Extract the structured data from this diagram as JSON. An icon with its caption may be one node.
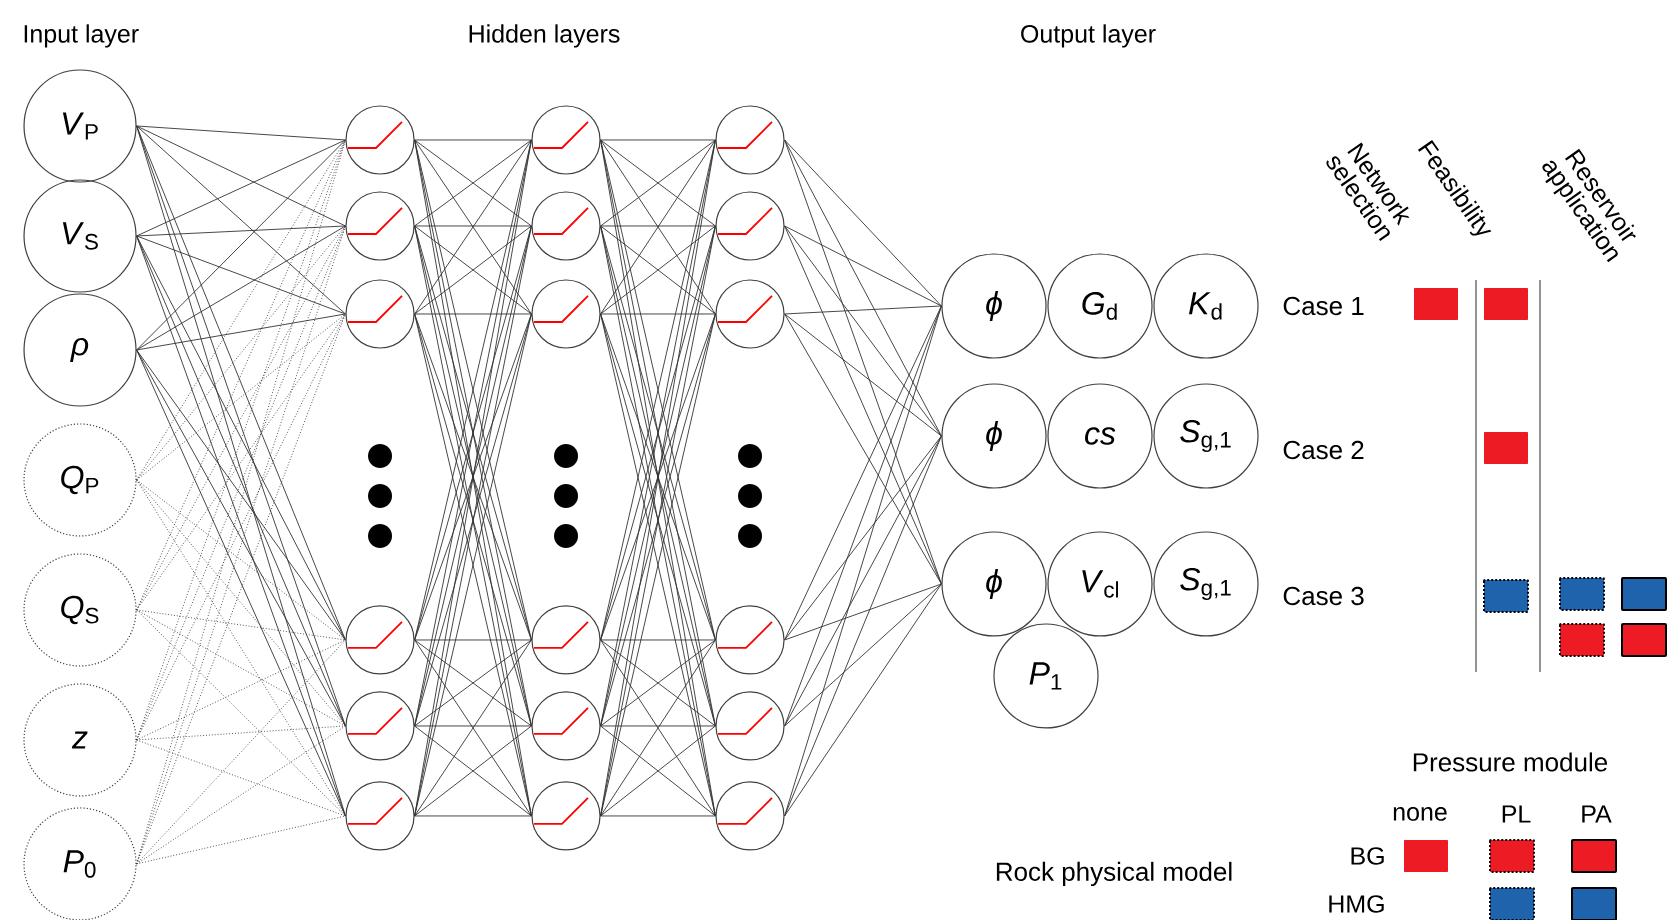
{
  "diagram": {
    "nodes": [
      {
        "text": [
          "*V*$_{P}$"
        ]
      },
      {
        "text": [
          "*V*$_{S}$"
        ]
      },
      {
        "text": [
          "ρ"
        ]
      },
      {
        "text": [
          "*Q*$_{P}$"
        ]
      },
      {
        "text": [
          "*Q*$_{S}$"
        ]
      },
      {
        "text": [
          "z"
        ]
      },
      {
        "text": [
          "*P*$_{0}$"
        ]
      },
      {
        "text": [],
        "shape": "circle"
      },
      {
        "text": [],
        "shape": "circle"
      },
      {
        "text": [],
        "shape": "circle"
      },
      {
        "text": [],
        "shape": "circle"
      },
      {
        "text": [],
        "shape": "circle"
      },
      {
        "text": [],
        "shape": "circle"
      },
      {
        "text": [],
        "shape": "circle"
      },
      {
        "text": [],
        "shape": "circle"
      },
      {
        "text": [],
        "shape": "circle"
      },
      {
        "text": [],
        "shape": "circle"
      },
      {
        "text": [],
        "shape": "circle"
      },
      {
        "text": [],
        "shape": "circle"
      },
      {
        "text": [],
        "shape": "circle"
      },
      {
        "text": [],
        "shape": "circle"
      },
      {
        "text": [],
        "shape": "circle"
      },
      {
        "text": [],
        "shape": "circle"
      },
      {
        "text": [],
        "shape": "circle"
      },
      {
        "text": [],
        "shape": "circle"
      },
      {
        "text": [
          "ϕ"
        ]
      },
      {
        "text": [
          "*G*$_{d}$"
        ]
      },
      {
        "text": [
          "*K*$_{d}$"
        ]
      },
      {
        "text": [
          "ϕ"
        ]
      },
      {
        "text": [
          "cs"
        ]
      },
      {
        "text": [
          "*S*$_{g,1}$"
        ]
      },
      {
        "text": [
          "ϕ"
        ]
      },
      {
        "text": [
          "*V*$_{cl}$"
        ]
      },
      {
        "text": [
          "*S*$_{g,1}$"
        ]
      },
      {
        "text": [
          "*P*$_{1}$"
        ]
      }
    ],
    "edges": [
      {
        "from": 0,
        "to": 7,
        "arrow": "none"
      },
      {
        "from": 0,
        "to": 8,
        "arrow": "none"
      },
      {
        "from": 0,
        "to": 9,
        "arrow": "none"
      },
      {
        "from": 0,
        "to": 10,
        "arrow": "none"
      },
      {
        "from": 0,
        "to": 11,
        "arrow": "none"
      },
      {
        "from": 0,
        "to": 12,
        "arrow": "none"
      },
      {
        "from": 1,
        "to": 7,
        "arrow": "none"
      },
      {
        "from": 1,
        "to": 8,
        "arrow": "none"
      },
      {
        "from": 1,
        "to": 9,
        "arrow": "none"
      },
      {
        "from": 1,
        "to": 10,
        "arrow": "none"
      },
      {
        "from": 1,
        "to": 11,
        "arrow": "none"
      },
      {
        "from": 1,
        "to": 12,
        "arrow": "none"
      },
      {
        "from": 2,
        "to": 7,
        "arrow": "none"
      },
      {
        "from": 2,
        "to": 8,
        "arrow": "none"
      },
      {
        "from": 2,
        "to": 9,
        "arrow": "none"
      },
      {
        "from": 2,
        "to": 10,
        "arrow": "none"
      },
      {
        "from": 2,
        "to": 11,
        "arrow": "none"
      },
      {
        "from": 2,
        "to": 12,
        "arrow": "none"
      },
      {
        "from": 3,
        "to": 7,
        "arrow": "none",
        "style": "dashed"
      },
      {
        "from": 3,
        "to": 8,
        "arrow": "none",
        "style": "dashed"
      },
      {
        "from": 3,
        "to": 9,
        "arrow": "none",
        "style": "dashed"
      },
      {
        "from": 3,
        "to": 10,
        "arrow": "none",
        "style": "dashed"
      },
      {
        "from": 3,
        "to": 11,
        "arrow": "none",
        "style": "dashed"
      },
      {
        "from": 3,
        "to": 12,
        "arrow": "none",
        "style": "dashed"
      },
      {
        "from": 4,
        "to": 7,
        "arrow": "none",
        "style": "dashed"
      },
      {
        "from": 4,
        "to": 8,
        "arrow": "none",
        "style": "dashed"
      },
      {
        "from": 4,
        "to": 9,
        "arrow": "none",
        "style": "dashed"
      },
      {
        "from": 4,
        "to": 10,
        "arrow": "none",
        "style": "dashed"
      },
      {
        "from": 4,
        "to": 11,
        "arrow": "none",
        "style": "dashed"
      },
      {
        "from": 4,
        "to": 12,
        "arrow": "none",
        "style": "dashed"
      },
      {
        "from": 5,
        "to": 7,
        "arrow": "none",
        "style": "dashed"
      },
      {
        "from": 5,
        "to": 8,
        "arrow": "none",
        "style": "dashed"
      },
      {
        "from": 5,
        "to": 9,
        "arrow": "none",
        "style": "dashed"
      },
      {
        "from": 5,
        "to": 10,
        "arrow": "none",
        "style": "dashed"
      },
      {
        "from": 5,
        "to": 11,
        "arrow": "none",
        "style": "dashed"
      },
      {
        "from": 5,
        "to": 12,
        "arrow": "none",
        "style": "dashed"
      },
      {
        "from": 6,
        "to": 7,
        "arrow": "none",
        "style": "dashed"
      },
      {
        "from": 6,
        "to": 8,
        "arrow": "none",
        "style": "dashed"
      },
      {
        "from": 6,
        "to": 9,
        "arrow": "none",
        "style": "dashed"
      },
      {
        "from": 6,
        "to": 10,
        "arrow": "none",
        "style": "dashed"
      },
      {
        "from": 6,
        "to": 11,
        "arrow": "none",
        "style": "dashed"
      },
      {
        "from": 6,
        "to": 12,
        "arrow": "none",
        "style": "dashed"
      },
      {
        "from": 7,
        "to": 13,
        "arrow": "none"
      },
      {
        "from": 7,
        "to": 14,
        "arrow": "none"
      },
      {
        "from": 7,
        "to": 15,
        "arrow": "none"
      },
      {
        "from": 7,
        "to": 16,
        "arrow": "none"
      },
      {
        "from": 7,
        "to": 17,
        "arrow": "none"
      },
      {
        "from": 7,
        "to": 18,
        "arrow": "none"
      },
      {
        "from": 8,
        "to": 13,
        "arrow": "none"
      },
      {
        "from": 8,
        "to": 14,
        "arrow": "none"
      },
      {
        "from": 8,
        "to": 15,
        "arrow": "none"
      },
      {
        "from": 8,
        "to": 16,
        "arrow": "none"
      },
      {
        "from": 8,
        "to": 17,
        "arrow": "none"
      },
      {
        "from": 8,
        "to": 18,
        "arrow": "none"
      },
      {
        "from": 9,
        "to": 13,
        "arrow": "none"
      },
      {
        "from": 9,
        "to": 14,
        "arrow": "none"
      },
      {
        "from": 9,
        "to": 15,
        "arrow": "none"
      },
      {
        "from": 9,
        "to": 16,
        "arrow": "none"
      },
      {
        "from": 9,
        "to": 17,
        "arrow": "none"
      },
      {
        "from": 9,
        "to": 18,
        "arrow": "none"
      },
      {
        "from": 10,
        "to": 13,
        "arrow": "none"
      },
      {
        "from": 10,
        "to": 14,
        "arrow": "none"
      },
      {
        "from": 10,
        "to": 15,
        "arrow": "none"
      },
      {
        "from": 10,
        "to": 16,
        "arrow": "none"
      },
      {
        "from": 10,
        "to": 17,
        "arrow": "none"
      },
      {
        "from": 10,
        "to": 18,
        "arrow": "none"
      },
      {
        "from": 11,
        "to": 13,
        "arrow": "none"
      },
      {
        "from": 11,
        "to": 14,
        "arrow": "none"
      },
      {
        "from": 11,
        "to": 15,
        "arrow": "none"
      },
      {
        "from": 11,
        "to": 16,
        "arrow": "none"
      },
      {
        "from": 11,
        "to": 17,
        "arrow": "none"
      },
      {
        "from": 11,
        "to": 18,
        "arrow": "none"
      },
      {
        "from": 12,
        "to": 13,
        "arrow": "none"
      },
      {
        "from": 12,
        "to": 14,
        "arrow": "none"
      },
      {
        "from": 12,
        "to": 15,
        "arrow": "none"
      },
      {
        "from": 12,
        "to": 16,
        "arrow": "none"
      },
      {
        "from": 12,
        "to": 17,
        "arrow": "none"
      },
      {
        "from": 12,
        "to": 18,
        "arrow": "none"
      },
      {
        "from": 13,
        "to": 19,
        "arrow": "none"
      },
      {
        "from": 13,
        "to": 20,
        "arrow": "none"
      },
      {
        "from": 13,
        "to": 21,
        "arrow": "none"
      },
      {
        "from": 13,
        "to": 22,
        "arrow": "none"
      },
      {
        "from": 13,
        "to": 23,
        "arrow": "none"
      },
      {
        "from": 13,
        "to": 24,
        "arrow": "none"
      },
      {
        "from": 14,
        "to": 19,
        "arrow": "none"
      },
      {
        "from": 14,
        "to": 20,
        "arrow": "none"
      },
      {
        "from": 14,
        "to": 21,
        "arrow": "none"
      },
      {
        "from": 14,
        "to": 22,
        "arrow": "none"
      },
      {
        "from": 14,
        "to": 23,
        "arrow": "none"
      },
      {
        "from": 14,
        "to": 24,
        "arrow": "none"
      },
      {
        "from": 15,
        "to": 19,
        "arrow": "none"
      },
      {
        "from": 15,
        "to": 20,
        "arrow": "none"
      },
      {
        "from": 15,
        "to": 21,
        "arrow": "none"
      },
      {
        "from": 15,
        "to": 22,
        "arrow": "none"
      },
      {
        "from": 15,
        "to": 23,
        "arrow": "none"
      },
      {
        "from": 15,
        "to": 24,
        "arrow": "none"
      },
      {
        "from": 16,
        "to": 19,
        "arrow": "none"
      },
      {
        "from": 16,
        "to": 20,
        "arrow": "none"
      },
      {
        "from": 16,
        "to": 21,
        "arrow": "none"
      },
      {
        "from": 16,
        "to": 22,
        "arrow": "none"
      },
      {
        "from": 16,
        "to": 23,
        "arrow": "none"
      },
      {
        "from": 16,
        "to": 24,
        "arrow": "none"
      },
      {
        "from": 17,
        "to": 19,
        "arrow": "none"
      },
      {
        "from": 17,
        "to": 20,
        "arrow": "none"
      },
      {
        "from": 17,
        "to": 21,
        "arrow": "none"
      },
      {
        "from": 17,
        "to": 22,
        "arrow": "none"
      },
      {
        "from": 17,
        "to": 23,
        "arrow": "none"
      },
      {
        "from": 17,
        "to": 24,
        "arrow": "none"
      },
      {
        "from": 18,
        "to": 19,
        "arrow": "none"
      },
      {
        "from": 18,
        "to": 20,
        "arrow": "none"
      },
      {
        "from": 18,
        "to": 21,
        "arrow": "none"
      },
      {
        "from": 18,
        "to": 22,
        "arrow": "none"
      },
      {
        "from": 18,
        "to": 23,
        "arrow": "none"
      },
      {
        "from": 18,
        "to": 24,
        "arrow": "none"
      },
      {
        "from": 19,
        "to": 25,
        "arrow": "none"
      },
      {
        "from": 19,
        "to": 28,
        "arrow": "none"
      },
      {
        "from": 19,
        "to": 31,
        "arrow": "none"
      },
      {
        "from": 20,
        "to": 25,
        "arrow": "none"
      },
      {
        "from": 20,
        "to": 28,
        "arrow": "none"
      },
      {
        "from": 20,
        "to": 31,
        "arrow": "none"
      },
      {
        "from": 21,
        "to": 25,
        "arrow": "none"
      },
      {
        "from": 21,
        "to": 28,
        "arrow": "none"
      },
      {
        "from": 21,
        "to": 31,
        "arrow": "none"
      },
      {
        "from": 22,
        "to": 25,
        "arrow": "none"
      },
      {
        "from": 22,
        "to": 28,
        "arrow": "none"
      },
      {
        "from": 22,
        "to": 31,
        "arrow": "none"
      },
      {
        "from": 23,
        "to": 25,
        "arrow": "none"
      },
      {
        "from": 23,
        "to": 28,
        "arrow": "none"
      },
      {
        "from": 23,
        "to": 31,
        "arrow": "none"
      },
      {
        "from": 24,
        "to": 25,
        "arrow": "none"
      },
      {
        "from": 24,
        "to": 28,
        "arrow": "none"
      },
      {
        "from": 24,
        "to": 31,
        "arrow": "none"
      }
    ],
    "labels": [
      "Input layer",
      "Hidden layers",
      "Output layer",
      "Network selection",
      "Feasibility",
      "Reservoir application",
      "Case 1",
      "Case 2",
      "Case 3",
      "Pressure module",
      "Rock physical model"
    ],
    "legend": [
      {
        "text": "none"
      },
      {
        "text": "PL"
      },
      {
        "text": "PA"
      },
      {
        "text": "BG",
        "color": "#ed1c24"
      },
      {
        "text": "HMG",
        "color": "#1f63ad"
      }
    ]
  }
}
